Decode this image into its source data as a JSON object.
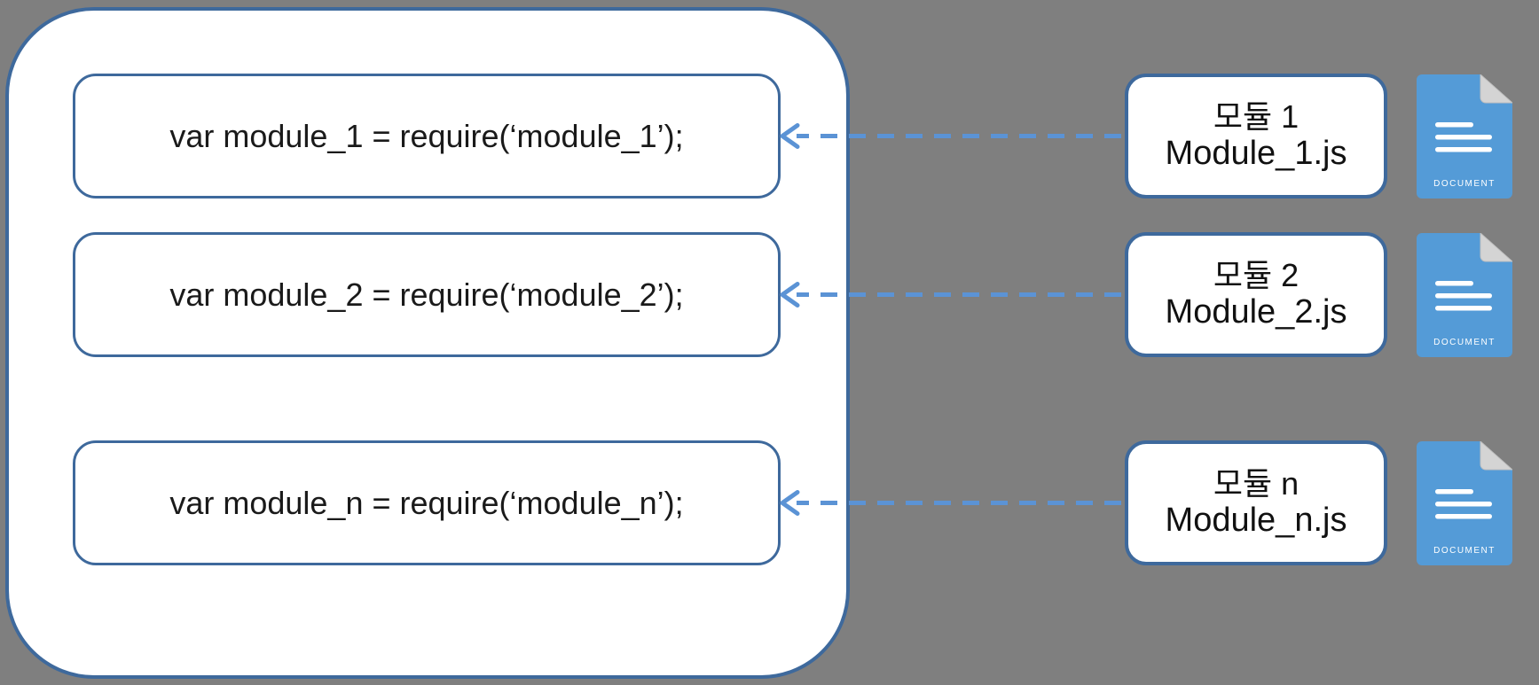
{
  "colors": {
    "background": "#7f7f7f",
    "shape_border": "#3e699c",
    "shape_fill": "#ffffff",
    "arrow_blue": "#5b93d5",
    "icon_blue": "#549bd7",
    "icon_fold_gray": "#d4d4d4",
    "text_black": "#1a1a1a"
  },
  "rows": [
    {
      "code": "var module_1 = require(‘module_1’);",
      "module_name_ko": "모듈 1",
      "module_filename": "Module_1.js",
      "icon_label": "DOCUMENT"
    },
    {
      "code": "var module_2 = require(‘module_2’);",
      "module_name_ko": "모듈 2",
      "module_filename": "Module_2.js",
      "icon_label": "DOCUMENT"
    },
    {
      "code": "var module_n = require(‘module_n’);",
      "module_name_ko": "모듈 n",
      "module_filename": "Module_n.js",
      "icon_label": "DOCUMENT"
    }
  ]
}
